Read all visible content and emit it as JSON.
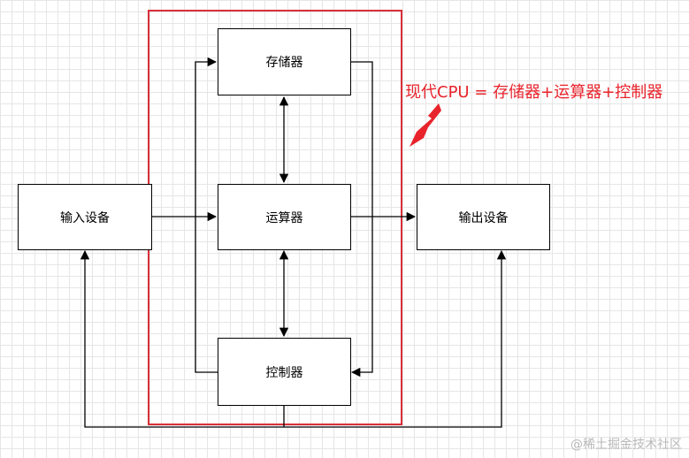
{
  "diagram": {
    "nodes": {
      "storage": "存储器",
      "alu": "运算器",
      "control": "控制器",
      "input": "输入设备",
      "output": "输出设备"
    },
    "annotation": "现代CPU = 存储器+运算器+控制器",
    "colors": {
      "line": "#000000",
      "cpu_frame": "#d9303a",
      "annotation": "#e8232b",
      "grid": "#e6e6e6"
    }
  },
  "watermark": "@稀土掘金技术社区"
}
